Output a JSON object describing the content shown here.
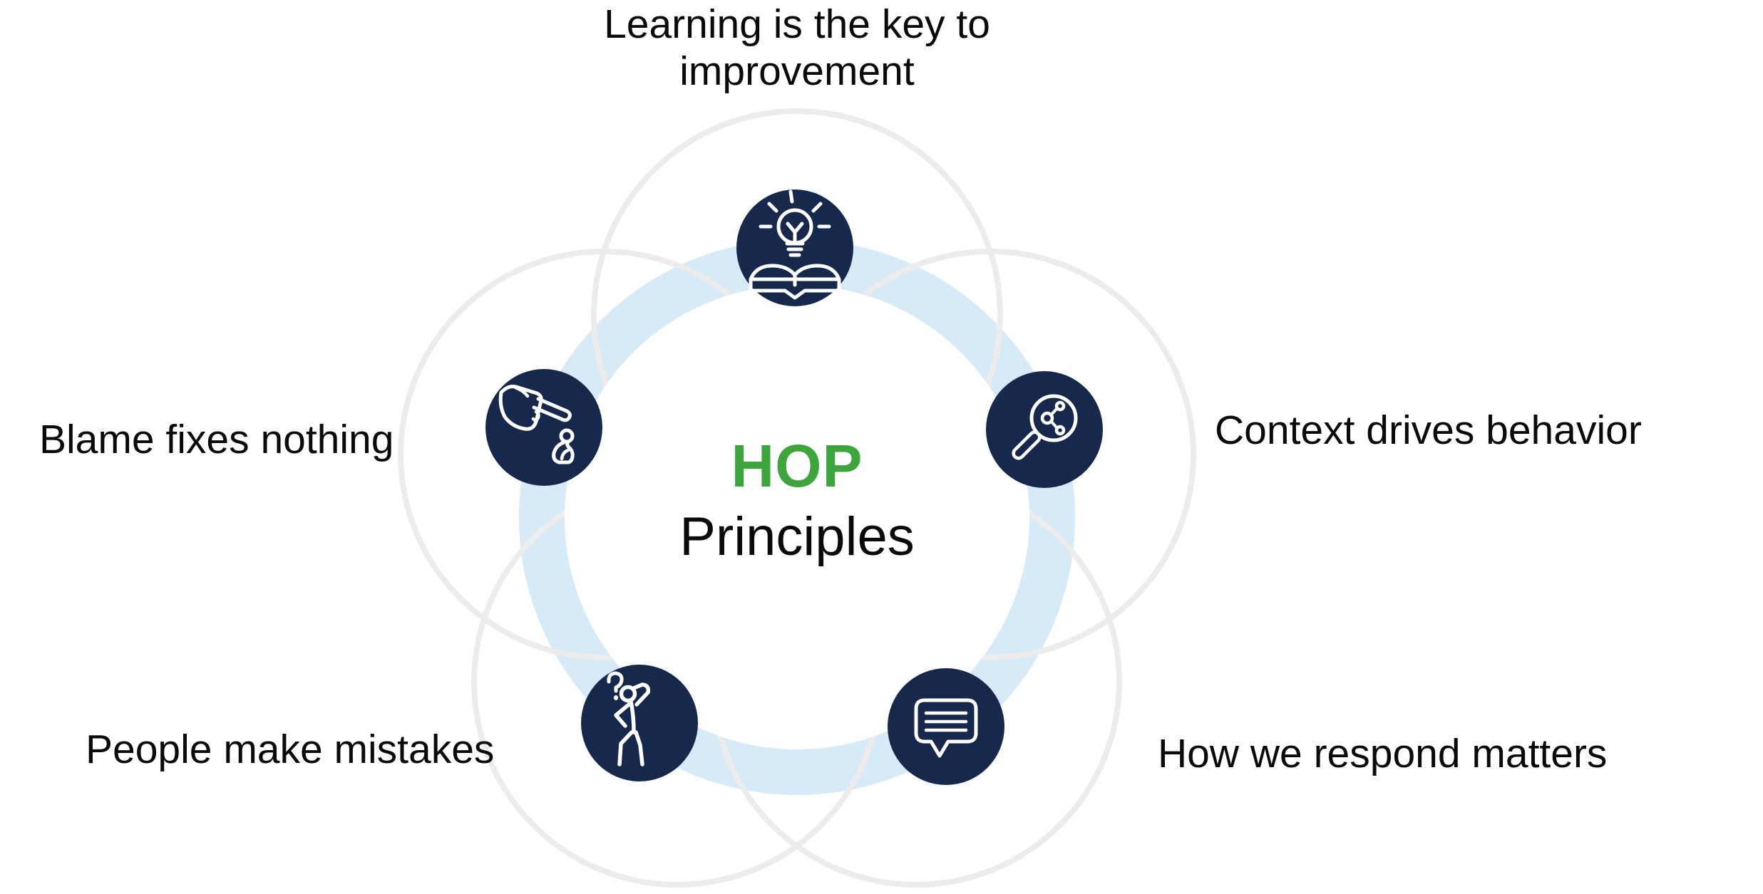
{
  "title": {
    "hop": "HOP",
    "principles": "Principles"
  },
  "principles": [
    {
      "label": "Learning is the key to improvement",
      "icon": "lightbulb-book-icon",
      "position": "top"
    },
    {
      "label": "Context drives behavior",
      "icon": "magnifier-network-icon",
      "position": "right"
    },
    {
      "label": "How we respond matters",
      "icon": "speech-bubble-icon",
      "position": "bottom-right"
    },
    {
      "label": "People make mistakes",
      "icon": "confused-person-icon",
      "position": "bottom-left"
    },
    {
      "label": "Blame fixes nothing",
      "icon": "pointing-hand-icon",
      "position": "left"
    }
  ],
  "colors": {
    "navy": "#16294D",
    "green": "#3EA43C",
    "ring_blue": "#D6EAF7",
    "petal_gray": "#ECECEC",
    "icon_line": "#FFFFFF",
    "background": "#FFFFFF",
    "text": "#000000"
  }
}
